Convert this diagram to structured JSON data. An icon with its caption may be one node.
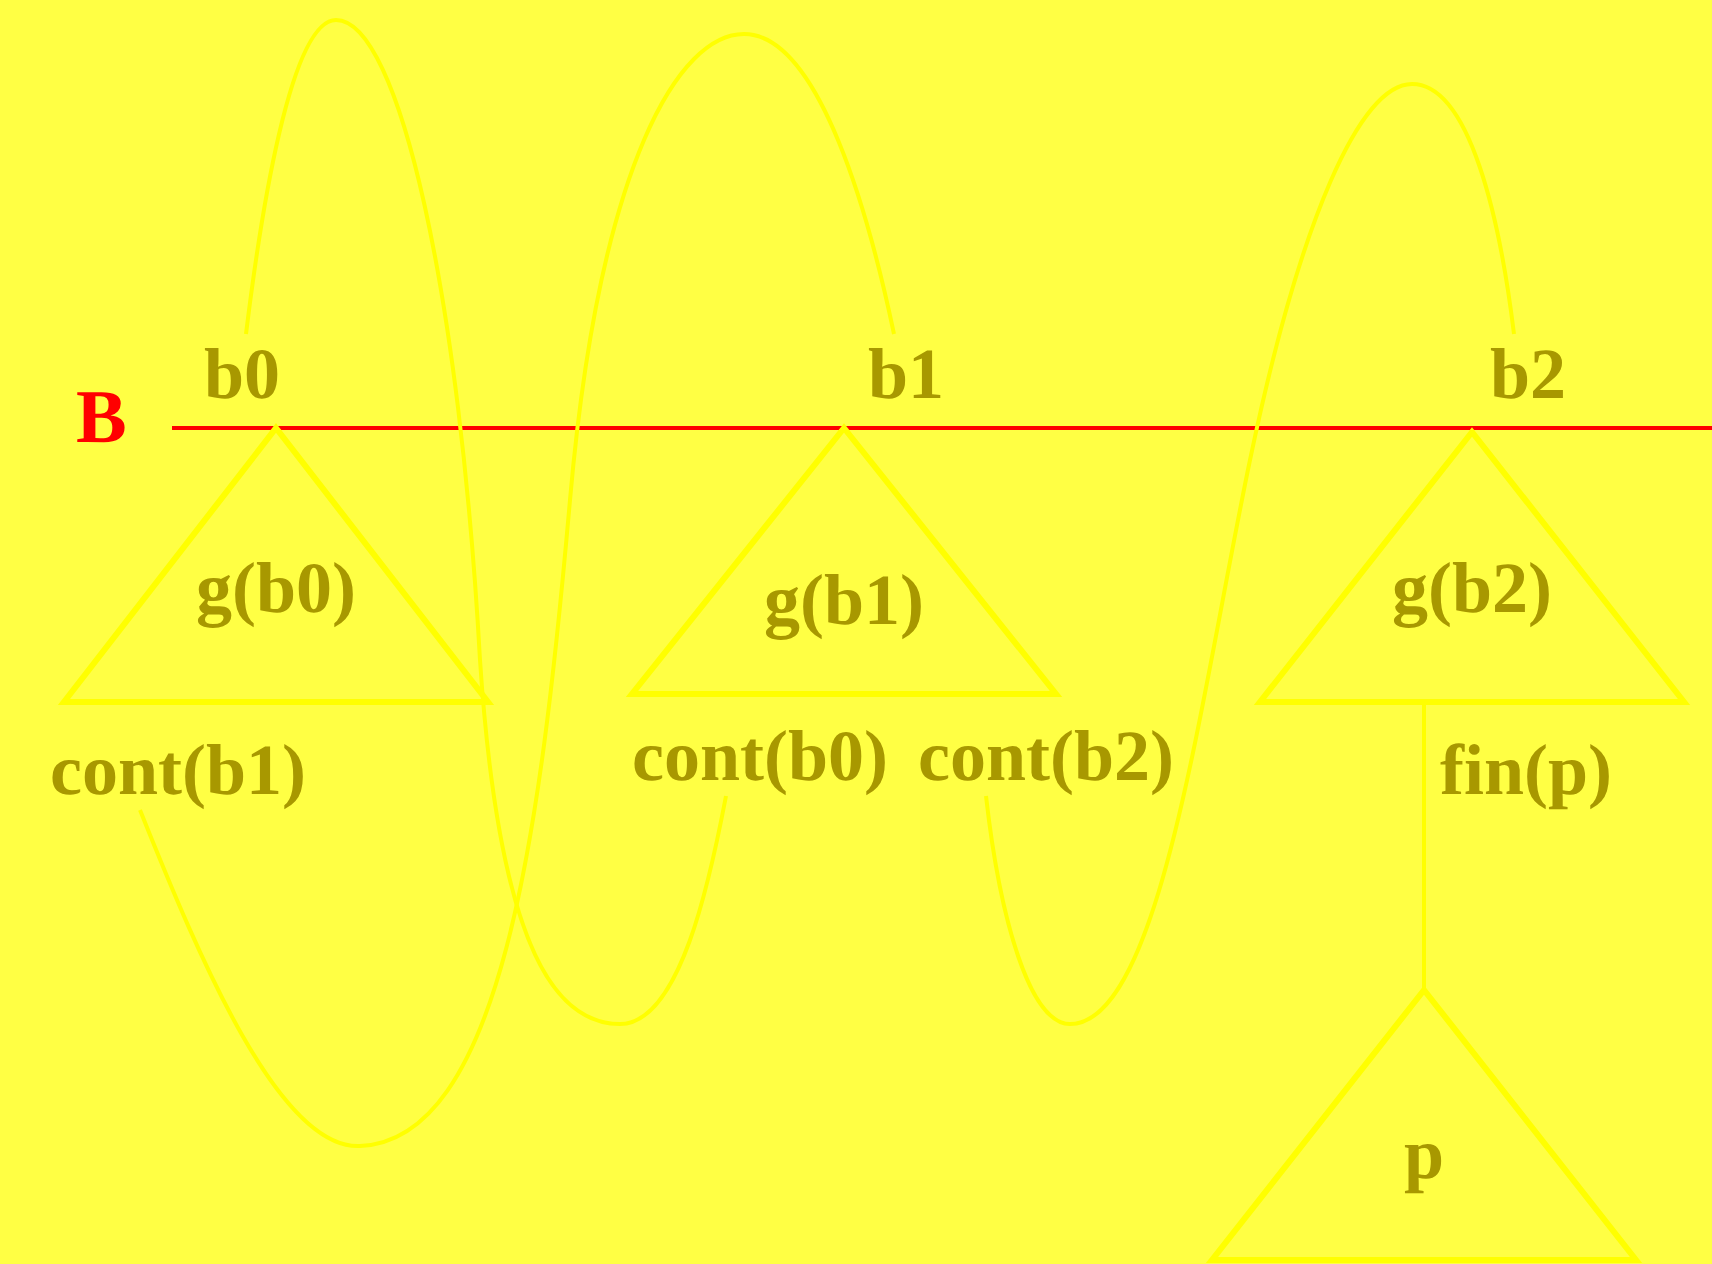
{
  "diagram": {
    "nodes": [
      {
        "text": [
          "b0"
        ]
      },
      {
        "text": [
          "b1"
        ]
      },
      {
        "text": [
          "b2"
        ]
      },
      {
        "text": [
          "g(b0)"
        ]
      },
      {
        "text": [
          "g(b1)"
        ]
      },
      {
        "text": [
          "g(b2)"
        ]
      },
      {
        "text": [
          "cont(b1)"
        ]
      },
      {
        "text": [
          "cont(b0)"
        ]
      },
      {
        "text": [
          "cont(b2)"
        ]
      },
      {
        "text": [
          "p"
        ]
      }
    ],
    "edges": [
      {
        "from": 6,
        "to": 1,
        "arrow": "none"
      },
      {
        "from": 0,
        "to": 7,
        "arrow": "none"
      },
      {
        "from": 8,
        "to": 2,
        "arrow": "none"
      },
      {
        "from": 5,
        "to": 9,
        "arrow": "none",
        "label": "fin(p)"
      }
    ],
    "labels": [
      "B"
    ]
  }
}
